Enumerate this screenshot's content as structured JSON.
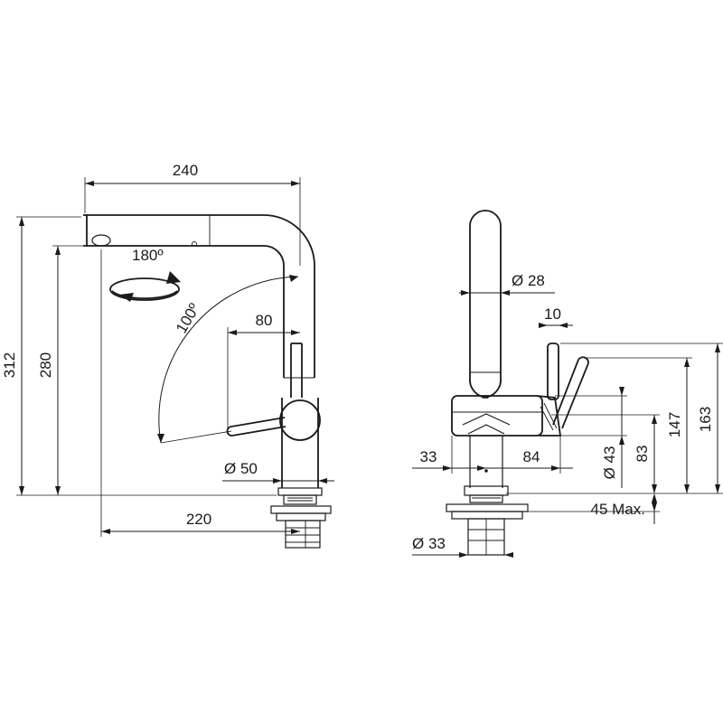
{
  "left_view": {
    "dim_width_top": "240",
    "dim_height_total": "312",
    "dim_height_outlet": "280",
    "dim_swivel": "180º",
    "dim_lever_angle": "100º",
    "dim_lever_reach": "80",
    "dim_body_diameter": "Ø 50",
    "dim_reach": "220"
  },
  "right_view": {
    "dim_spout_diameter": "Ø 28",
    "dim_lever_diameter": "10",
    "dim_offset_left": "33",
    "dim_offset_right": "84",
    "dim_handle_diameter": "Ø 43",
    "dim_height_83": "83",
    "dim_height_147": "147",
    "dim_height_163": "163",
    "dim_countertop": "45 Max.",
    "dim_shank_diameter": "Ø 33"
  }
}
